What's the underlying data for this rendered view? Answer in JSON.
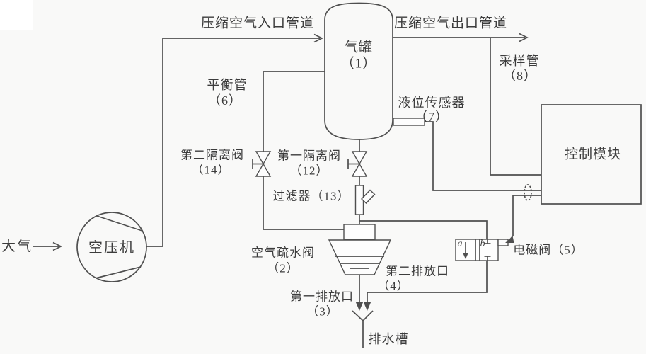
{
  "diagram": {
    "type": "piping-schematic",
    "labels": {
      "atmosphere": "大气",
      "compressor": "空压机",
      "inlet_pipe": "压缩空气入口管道",
      "outlet_pipe": "压缩空气出口管道",
      "tank_name": "气罐",
      "tank_no": "（1）",
      "sampling_pipe_name": "采样管",
      "sampling_pipe_no": "（8）",
      "balance_pipe_name": "平衡管",
      "balance_pipe_no": "（6）",
      "level_sensor_name": "液位传感器",
      "level_sensor_no": "（7）",
      "control_module": "控制模块",
      "isolation_valve2_name": "第二隔离阀",
      "isolation_valve2_no": "（14）",
      "isolation_valve1_name": "第一隔离阀",
      "isolation_valve1_no": "（12）",
      "filter": "过滤器（13）",
      "air_trap_name": "空气疏水阀",
      "air_trap_no": "（2）",
      "discharge2_name": "第二排放口",
      "discharge2_no": "（4）",
      "discharge1_name": "第一排放口",
      "discharge1_no": "（3）",
      "drain_trough": "排水槽",
      "solenoid_valve": "电磁阀（5）",
      "solenoid_port_a": "a",
      "solenoid_port_b": "b"
    },
    "colors": {
      "line": "#4f4f4f",
      "text": "#3c3c3c",
      "background": "#f9f9f8"
    }
  }
}
